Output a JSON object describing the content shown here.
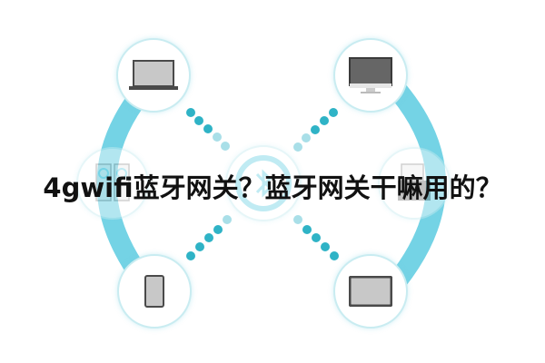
{
  "title": "4gwifi蓝牙网关？蓝牙网关干嘛用的？",
  "colors": {
    "arc": "#74d3e5",
    "ring": "#c9ecf1",
    "dot_dark": "#2fb3c6",
    "dot_light": "#a9dfe8",
    "device_gray": "#c8c8c8",
    "device_frame": "#4a4a4a",
    "title": "#111111"
  },
  "diagram": {
    "center_icon": "bluetooth-icon",
    "nodes": [
      {
        "position": "top-left",
        "icon": "laptop-icon"
      },
      {
        "position": "top-right",
        "icon": "desktop-monitor-icon"
      },
      {
        "position": "middle-left",
        "icon": "speakers-icon"
      },
      {
        "position": "middle-right",
        "icon": "printer-icon"
      },
      {
        "position": "bottom-left",
        "icon": "smartphone-icon"
      },
      {
        "position": "bottom-right",
        "icon": "tablet-icon"
      }
    ]
  }
}
